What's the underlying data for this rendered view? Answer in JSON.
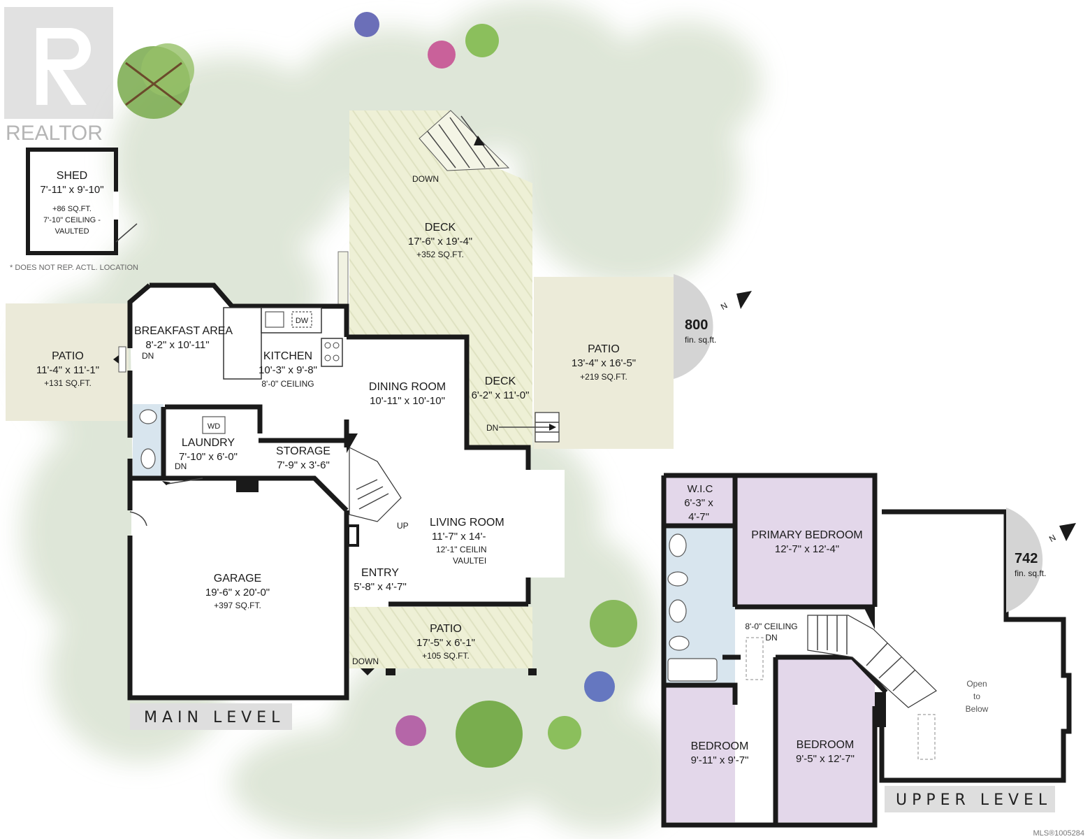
{
  "watermark": {
    "brand": "REALTOR",
    "mls": "MLS®1005284"
  },
  "main_level": {
    "title": "MAIN LEVEL",
    "area": {
      "value": "800",
      "unit": "fin. sq.ft.",
      "north": "N"
    },
    "shed": {
      "name": "SHED",
      "dims": "7'-11\" x 9'-10\"",
      "area": "+86 SQ.FT.",
      "ceiling": "7'-10\" CEILING -",
      "ceiling2": "VAULTED",
      "note": "* DOES NOT REP. ACTL. LOCATION"
    },
    "rooms": {
      "deck_top": {
        "name": "DECK",
        "dims": "17'-6\" x 19'-4\"",
        "area": "+352 SQ.FT.",
        "stair": "DOWN"
      },
      "patio_right": {
        "name": "PATIO",
        "dims": "13'-4\" x 16'-5\"",
        "area": "+219 SQ.FT."
      },
      "patio_left": {
        "name": "PATIO",
        "dims": "11'-4\" x 11'-1\"",
        "area": "+131 SQ.FT."
      },
      "breakfast": {
        "name": "BREAKFAST AREA",
        "dims": "8'-2\" x 10'-11\"",
        "stair": "DN"
      },
      "kitchen": {
        "name": "KITCHEN",
        "dims": "10'-3\" x 9'-8\"",
        "ceiling": "8'-0\" CEILING",
        "dw": "DW"
      },
      "dining": {
        "name": "DINING ROOM",
        "dims": "10'-11\" x 10'-10\""
      },
      "deck_small": {
        "name": "DECK",
        "dims": "6'-2\" x 11'-0\"",
        "stair": "DN"
      },
      "laundry": {
        "name": "LAUNDRY",
        "dims": "7'-10\" x 6'-0\"",
        "stair": "DN",
        "wd": "WD"
      },
      "storage": {
        "name": "STORAGE",
        "dims": "7'-9\" x 3'-6\""
      },
      "living": {
        "name": "LIVING ROOM",
        "dims": "11'-7\" x 14'-",
        "ceiling": "12'-1\" CEILIN",
        "ceiling2": "VAULTEI",
        "stair": "UP"
      },
      "garage": {
        "name": "GARAGE",
        "dims": "19'-6\" x 20'-0\"",
        "area": "+397 SQ.FT."
      },
      "entry": {
        "name": "ENTRY",
        "dims": "5'-8\" x 4'-7\""
      },
      "patio_front": {
        "name": "PATIO",
        "dims": "17'-5\" x 6'-1\"",
        "area": "+105 SQ.FT.",
        "stair": "DOWN"
      }
    }
  },
  "upper_level": {
    "title": "UPPER LEVEL",
    "area": {
      "value": "742",
      "unit": "fin. sq.ft.",
      "north": "N"
    },
    "rooms": {
      "wic": {
        "name": "W.I.C",
        "dims1": "6'-3\" x",
        "dims2": "4'-7\""
      },
      "primary": {
        "name": "PRIMARY BEDROOM",
        "dims": "12'-7\" x 12'-4\""
      },
      "hall": {
        "ceiling": "8'-0\" CEILING",
        "stair": "DN"
      },
      "bedroom1": {
        "name": "BEDROOM",
        "dims": "9'-11\" x 9'-7\""
      },
      "bedroom2": {
        "name": "BEDROOM",
        "dims": "9'-5\" x 12'-7\""
      },
      "open": {
        "line1": "Open",
        "line2": "to",
        "line3": "Below"
      }
    }
  },
  "colors": {
    "foliage": "#dfe6d8",
    "deck": "#eceed3",
    "patio": "#ecebdc",
    "bath": "#d9e6ee",
    "bedroom": "#e4d8ea",
    "compass": "#d4d4d4",
    "banner": "#dedede",
    "wall": "#1a1a1a"
  }
}
